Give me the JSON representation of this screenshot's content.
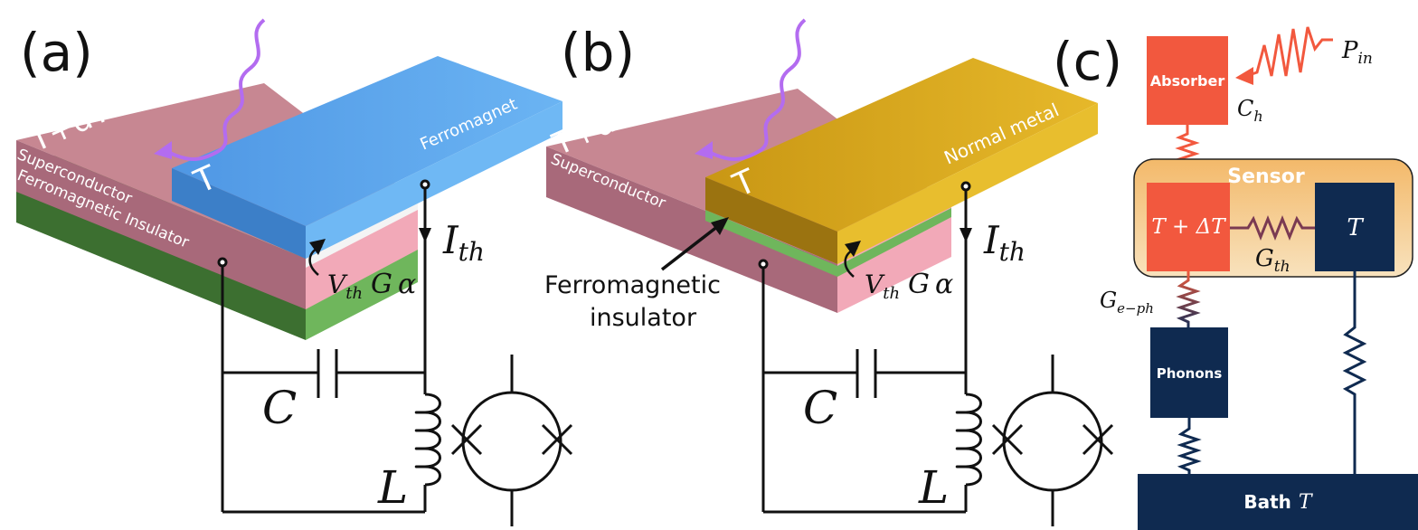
{
  "panels": {
    "a": {
      "label": "(a)",
      "temp_hot": "T+dT",
      "temp_cold": "T",
      "layer_top": "Ferromagnet",
      "layer_mid": "Superconductor",
      "layer_bottom": "Ferromagnetic Insulator",
      "current": "I",
      "current_sub": "th",
      "vth": "V",
      "vth_sub": "th",
      "g": "G",
      "alpha": "α",
      "cap": "C",
      "ind": "L"
    },
    "b": {
      "label": "(b)",
      "temp_hot": "T+dT",
      "temp_cold": "T",
      "layer_top": "Normal metal",
      "layer_mid": "Superconductor",
      "pointer_line1": "Ferromagnetic",
      "pointer_line2": "insulator",
      "current": "I",
      "current_sub": "th",
      "vth": "V",
      "vth_sub": "th",
      "g": "G",
      "alpha": "α",
      "cap": "C",
      "ind": "L"
    },
    "c": {
      "label": "(c)",
      "absorber": "Absorber",
      "p_in": "P",
      "p_in_sub": "in",
      "c_h": "C",
      "c_h_sub": "h",
      "sensor": "Sensor",
      "t_hot": "T + ΔT",
      "t_cold": "T",
      "g_th": "G",
      "g_th_sub": "th",
      "g_eph": "G",
      "g_eph_sub": "e−ph",
      "phonons": "Phonons",
      "bath": "Bath",
      "bath_t": "T"
    }
  },
  "colors": {
    "blue_top": "#5aa5ee",
    "gold_top": "#d9a81f",
    "superconductor": "#b5707e",
    "pink_side": "#f2a9b8",
    "insulator": "#3f7a33",
    "insulator_light": "#6fb65c",
    "photon": "#b36cf0",
    "absorber": "#f2583e",
    "navy": "#0f2a50",
    "sensor_bg": "#f5c98a"
  }
}
